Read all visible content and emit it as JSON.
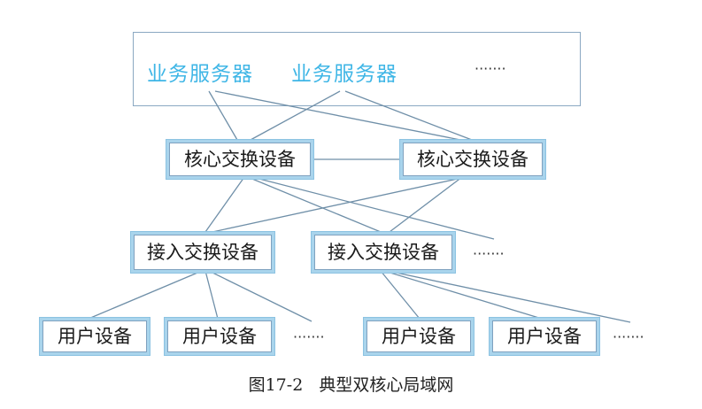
{
  "servers": [
    "业务服务器",
    "业务服务器"
  ],
  "server_more": "·······",
  "core_switches": [
    "核心交换设备",
    "核心交换设备"
  ],
  "access_switches": [
    "接入交换设备",
    "接入交换设备"
  ],
  "access_more": "·······",
  "user_devices": [
    "用户设备",
    "用户设备",
    "用户设备",
    "用户设备"
  ],
  "user_more": [
    "·······",
    "·······"
  ],
  "caption": "图17-2   典型双核心局域网",
  "colors": {
    "server_text": "#3fb6e6",
    "box_border": "#7fa1bf",
    "box_glow": "#a9d4ec",
    "link": "#6f8fa8"
  }
}
